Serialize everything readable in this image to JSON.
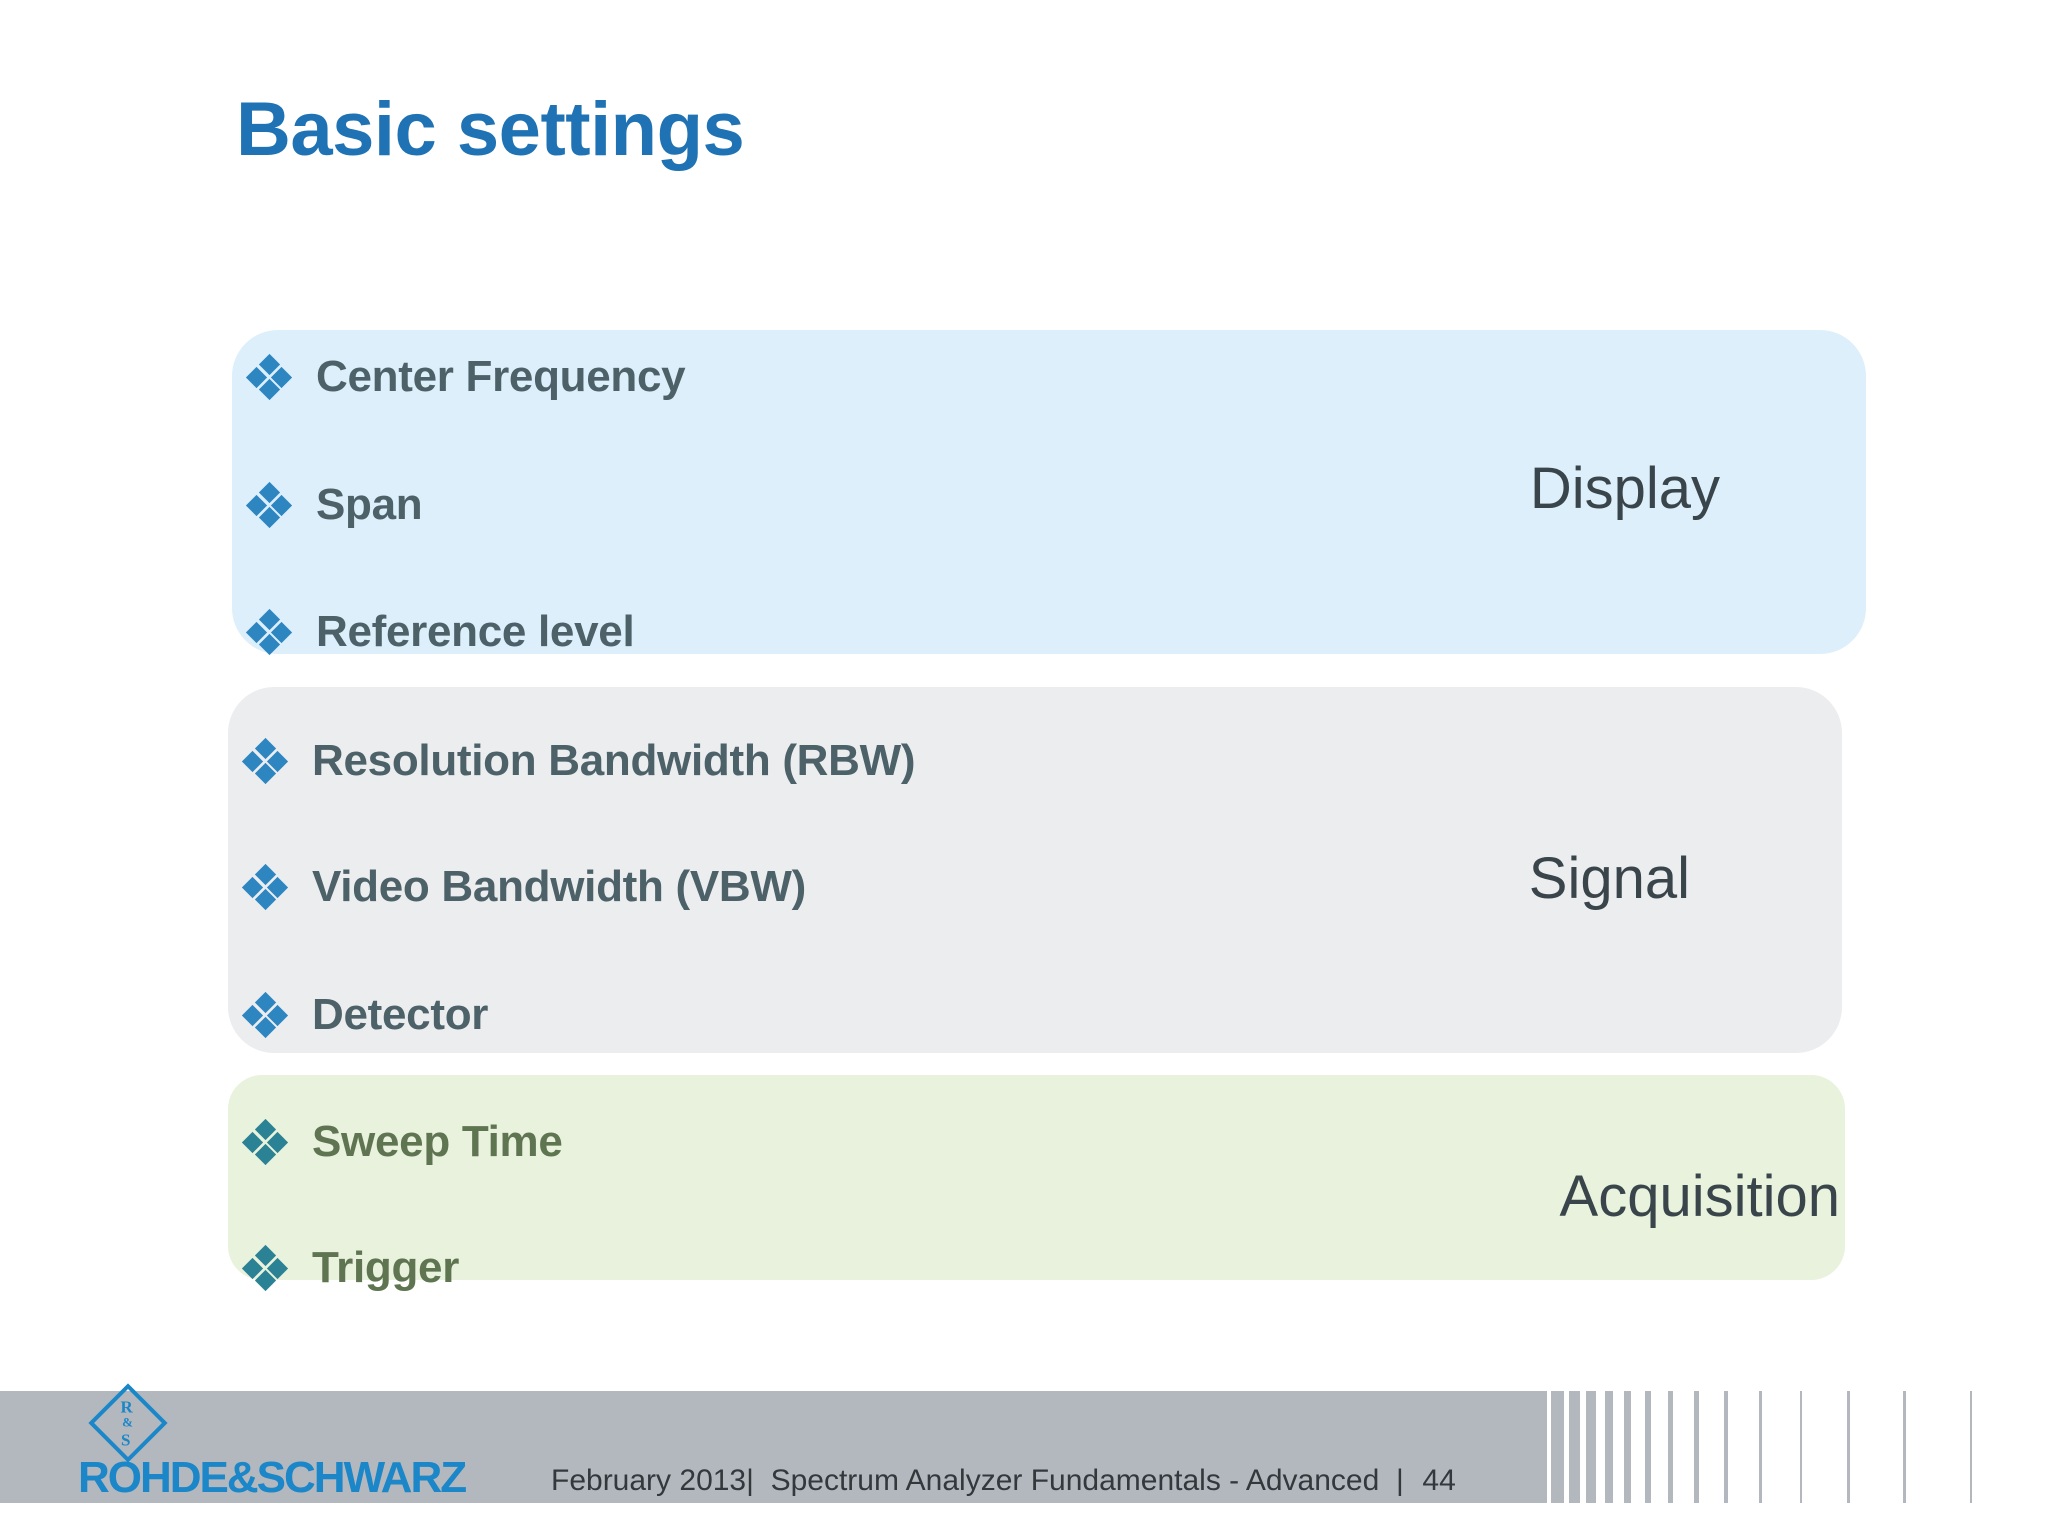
{
  "slide": {
    "title": "Basic settings",
    "title_color": "#1F72B3"
  },
  "groups": [
    {
      "name": "display",
      "caption": "Display",
      "panel_color": "#DDEFFB",
      "text_color": "#4D6168",
      "bullet_color": "#2E86C1",
      "items": [
        {
          "label": "Center Frequency"
        },
        {
          "label": "Span"
        },
        {
          "label": "Reference level"
        }
      ]
    },
    {
      "name": "signal",
      "caption": "Signal",
      "panel_color": "#ECEDEF",
      "text_color": "#4D6168",
      "bullet_color": "#2E86C1",
      "items": [
        {
          "label": "Resolution Bandwidth (RBW)"
        },
        {
          "label": "Video Bandwidth (VBW)"
        },
        {
          "label": "Detector"
        }
      ]
    },
    {
      "name": "acquisition",
      "caption": "Acquisition",
      "panel_color": "#E9F2DC",
      "text_color": "#5F7552",
      "bullet_color": "#2B8295",
      "items": [
        {
          "label": "Sweep Time"
        },
        {
          "label": "Trigger"
        }
      ]
    }
  ],
  "footer": {
    "logo_mark_letters": {
      "r": "R",
      "amp": "&",
      "s": "S"
    },
    "wordmark": "ROHDE&SCHWARZ",
    "date": "February 2013|",
    "deck_title": "Spectrum Analyzer Fundamentals - Advanced",
    "separator": "|",
    "page_number": "44",
    "band_color": "#B3B8BE"
  }
}
